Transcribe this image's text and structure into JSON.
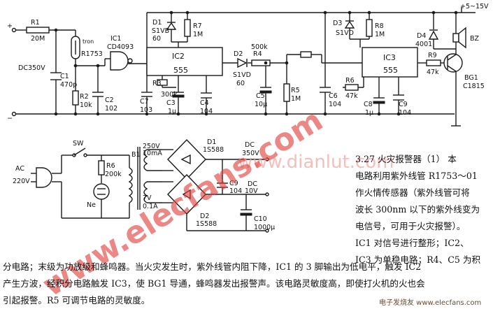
{
  "figure": {
    "supply_voltage": "+5~15V",
    "input_voltage": "DC350V",
    "components": {
      "R1": {
        "name": "R1",
        "value": "20M"
      },
      "R2": {
        "name": "R2",
        "value": "10k"
      },
      "R3": {
        "name": "R3",
        "value": "300k"
      },
      "R4": {
        "name": "R4",
        "value": "500k"
      },
      "R5": {
        "name": "R5",
        "value": "1M"
      },
      "R6": {
        "name": "R6",
        "value": "47k"
      },
      "R7": {
        "name": "R7",
        "value": "1M"
      },
      "R8": {
        "name": "R8",
        "value": "1M"
      },
      "R9": {
        "name": "R9",
        "value": "47k"
      },
      "C1": {
        "name": "C1",
        "value": "470p"
      },
      "C2": {
        "name": "C2",
        "value": "102"
      },
      "C3": {
        "name": "C3",
        "value": "1μ"
      },
      "C4": {
        "name": "C4",
        "value": "104"
      },
      "C5": {
        "name": "C5",
        "value": "10μ"
      },
      "C6": {
        "name": "C6",
        "value": "104"
      },
      "C7": {
        "name": "C7",
        "value": "103"
      },
      "C8": {
        "name": "C8",
        "value": "1μ"
      },
      "C9": {
        "name": "C9",
        "value": "104"
      },
      "D1": {
        "name": "D1",
        "value": "S1VB",
        "extra": "60"
      },
      "D2": {
        "name": "D2",
        "value": "S1VD",
        "extra": "60"
      },
      "D3": {
        "name": "D3",
        "value": "S1VD"
      },
      "D4": {
        "name": "D4",
        "value": "4001"
      },
      "IC1": {
        "name": "IC1",
        "value": "CD4093"
      },
      "IC2": {
        "name": "IC2",
        "value": "555"
      },
      "IC3": {
        "name": "IC3",
        "value": "555"
      },
      "BG1": {
        "name": "BG1",
        "value": "C1815"
      },
      "BZ": {
        "name": "BZ"
      },
      "tube": {
        "name": "R1753",
        "label": "tron"
      }
    },
    "psu": {
      "ac": "AC",
      "ac_voltage": "220V",
      "sw": "SW",
      "b1": "B1",
      "ne": "Ne",
      "r6": "R6",
      "r6_value": "200k",
      "sec1": "250V",
      "sec1_current": "10mA",
      "sec2": "7V",
      "sec2_current": "0.1A",
      "d1": "D1",
      "d1_value": "1S588",
      "d2": "D2",
      "d2_value": "1S588",
      "c9": "C9",
      "c9_value": "104",
      "c10": "C10",
      "c10_value": "1000μ",
      "dc1_label": "DC",
      "dc1_value": "350V",
      "dc2_label": "DC",
      "dc2_value": "10V"
    },
    "watermark": "www.elecfans.com",
    "watermark2": "www.dianlut.com",
    "logo": "电子发烧友 www.elecfans.com"
  },
  "description": {
    "side_lines": [
      "3.27  火灾报警器（1）  本",
      "电路利用紫外线管 R1753～01",
      "作火情传感器（紫外线管可将",
      "波长 300nm 以下的紫外线变为",
      "电信号，可用于火灾报警）。",
      "IC1 对信号进行整形；IC2、",
      "IC3 为单稳电路；R4、C5 为积"
    ],
    "bottom_lines": [
      "分电路；末级为功放级和蜂鸣器。当火灾发生时，紫外线管内阻下降，IC1 的 3 脚输出为低电平，触发 IC2",
      "产生方波，经积分电路触发 IC3，使 BG1 导通，蜂鸣器发出报警声。该电路灵敏度高，即使打火机的火也会",
      "引起报警。R5 可调节电路的灵敏度。"
    ]
  }
}
